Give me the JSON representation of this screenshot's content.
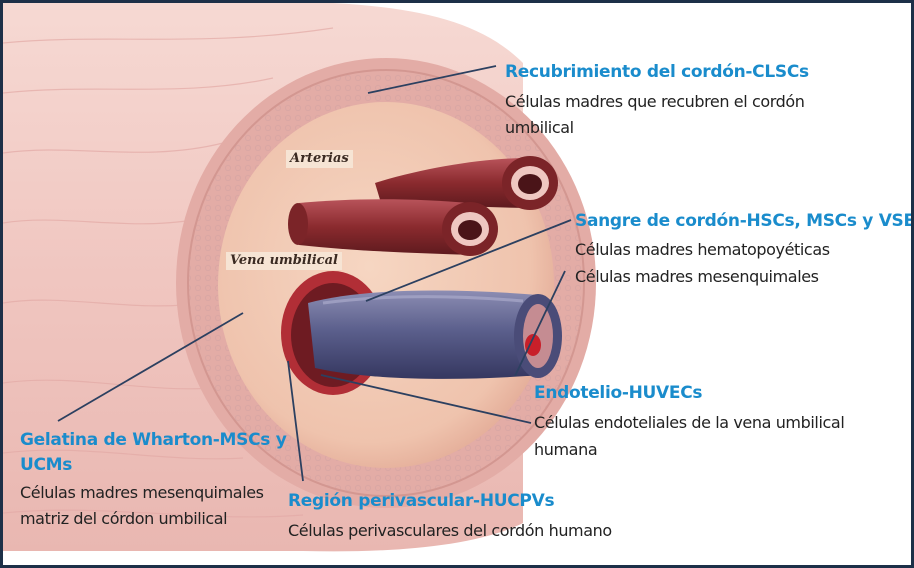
{
  "illustration": {
    "arteries_label": "Arterias",
    "vein_label": "Vena umbilical"
  },
  "labels": {
    "clscs": {
      "title": "Recubrimiento del cordón-CLSCs",
      "desc_line1": "Células madres que recubren el cordón",
      "desc_line2": "umbilical"
    },
    "sangre": {
      "title": "Sangre de cordón-HSCs, MSCs y VSELs",
      "desc_line1": "Células madres hematopoyéticas",
      "desc_line2": "Células madres mesenquimales"
    },
    "endotelio": {
      "title": "Endotelio-HUVECs",
      "desc_line1": "Células endoteliales de la vena umbilical",
      "desc_line2": "humana"
    },
    "wharton": {
      "title_line1": "Gelatina de Wharton-MSCs y",
      "title_line2": "UCMs",
      "desc_line1": "Células madres mesenquimales",
      "desc_line2": "matriz del córdon umbilical"
    },
    "perivascular": {
      "title": "Región perivascular-HUCPVs",
      "desc": "Células perivasculares del cordón humano"
    }
  },
  "colors": {
    "title_blue": "#1a8ccc",
    "border": "#1d3048",
    "leader_line": "#2c4060",
    "vein": "#5b5f8c",
    "artery": "#8a2a2e",
    "jelly": "#f0c8b2"
  }
}
